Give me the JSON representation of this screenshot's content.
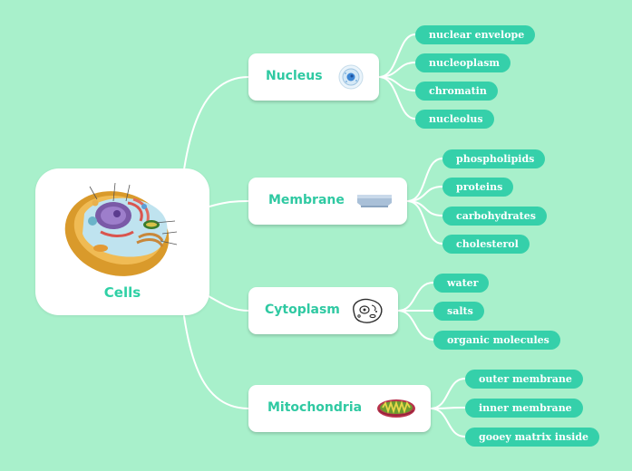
{
  "colors": {
    "background": "#a8f0cb",
    "accent": "#2fd0a5",
    "leaf_fill": "#35d0aa",
    "connector": "#ffffff"
  },
  "central": {
    "label": "Cells",
    "icon": "animal-cell-illustration"
  },
  "branches": [
    {
      "label": "Nucleus",
      "icon": "nucleus-icon",
      "children": [
        "nuclear envelope",
        "nucleoplasm",
        "chromatin",
        "nucleolus"
      ]
    },
    {
      "label": "Membrane",
      "icon": "membrane-icon",
      "children": [
        "phospholipids",
        "proteins",
        "carbohydrates",
        "cholesterol"
      ]
    },
    {
      "label": "Cytoplasm",
      "icon": "cytoplasm-icon",
      "children": [
        "water",
        "salts",
        "organic molecules"
      ]
    },
    {
      "label": "Mitochondria",
      "icon": "mitochondria-icon",
      "children": [
        "outer membrane",
        "inner membrane",
        "gooey matrix inside"
      ]
    }
  ]
}
